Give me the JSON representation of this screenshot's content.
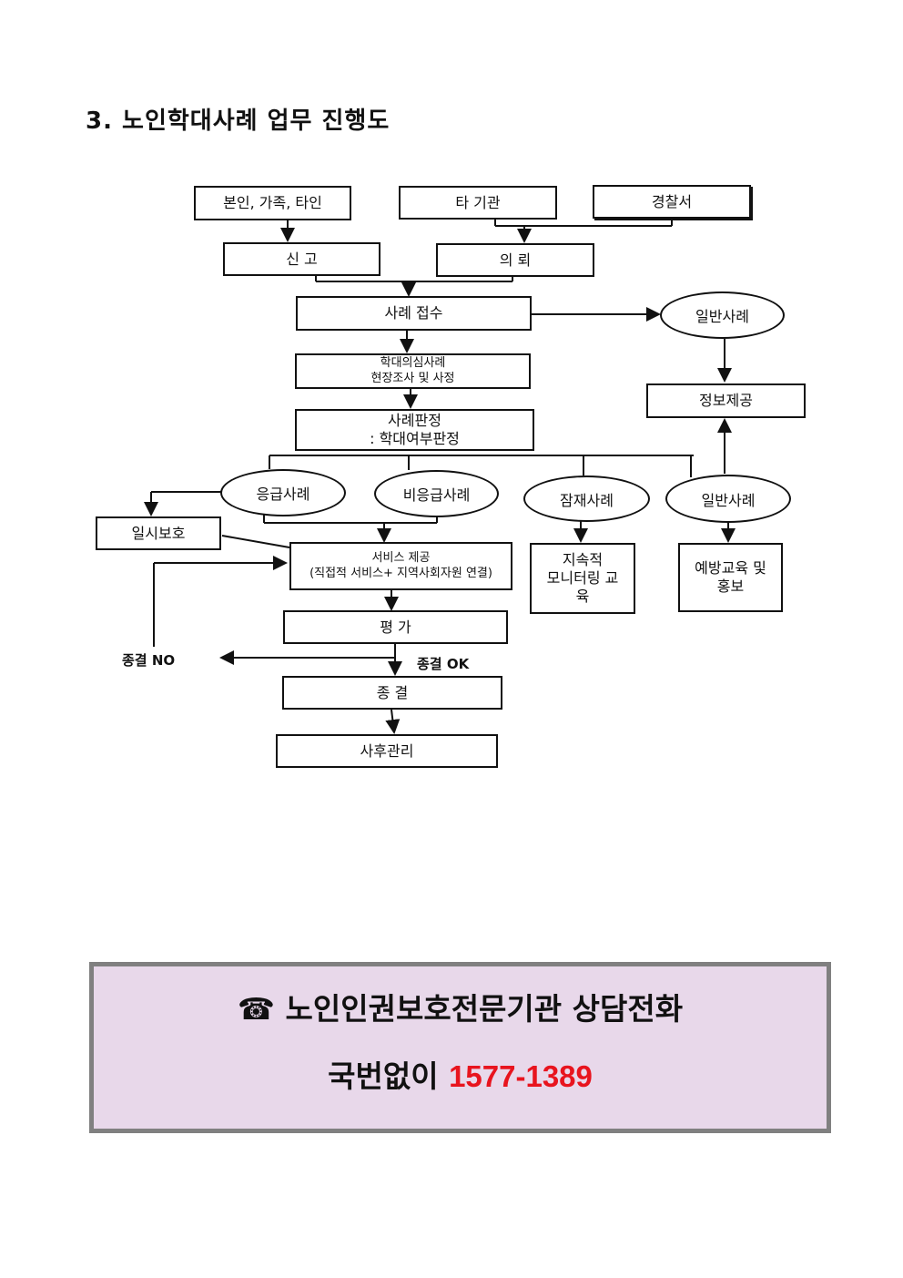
{
  "title": "3. 노인학대사례 업무 진행도",
  "flow": {
    "self_family_other": "본인, 가족,  타인",
    "other_agency": "타 기관",
    "police": "경찰서",
    "report": "신 고",
    "request": "의 뢰",
    "case_intake": "사례 접수",
    "general_case_top": "일반사례",
    "suspected_case": "학대의심사례\n현장조사 및 사정",
    "info_provision": "정보제공",
    "case_judgment": "사례판정\n: 학대여부판정",
    "emergency_case": "응급사례",
    "non_emergency_case": "비응급사례",
    "potential_case": "잠재사례",
    "general_case_bottom": "일반사례",
    "temporary_protection": "일시보호",
    "service_provision": "서비스 제공\n(직접적 서비스+ 지역사회자원 연결)",
    "monitoring_education": "지속적\n모니터링 교\n육",
    "prevention_education": "예방교육 및\n홍보",
    "evaluation": "평    가",
    "termination_no": "종결 NO",
    "termination_ok": "종결 OK",
    "termination": "종    결",
    "aftercare": "사후관리"
  },
  "contact": {
    "phone_icon": "☎",
    "label": "노인인권보호전문기관 상담전화",
    "prefix": "국번없이",
    "number": "1577-1389",
    "number_color": "#e8141e",
    "background_color": "#e8d8ea"
  }
}
